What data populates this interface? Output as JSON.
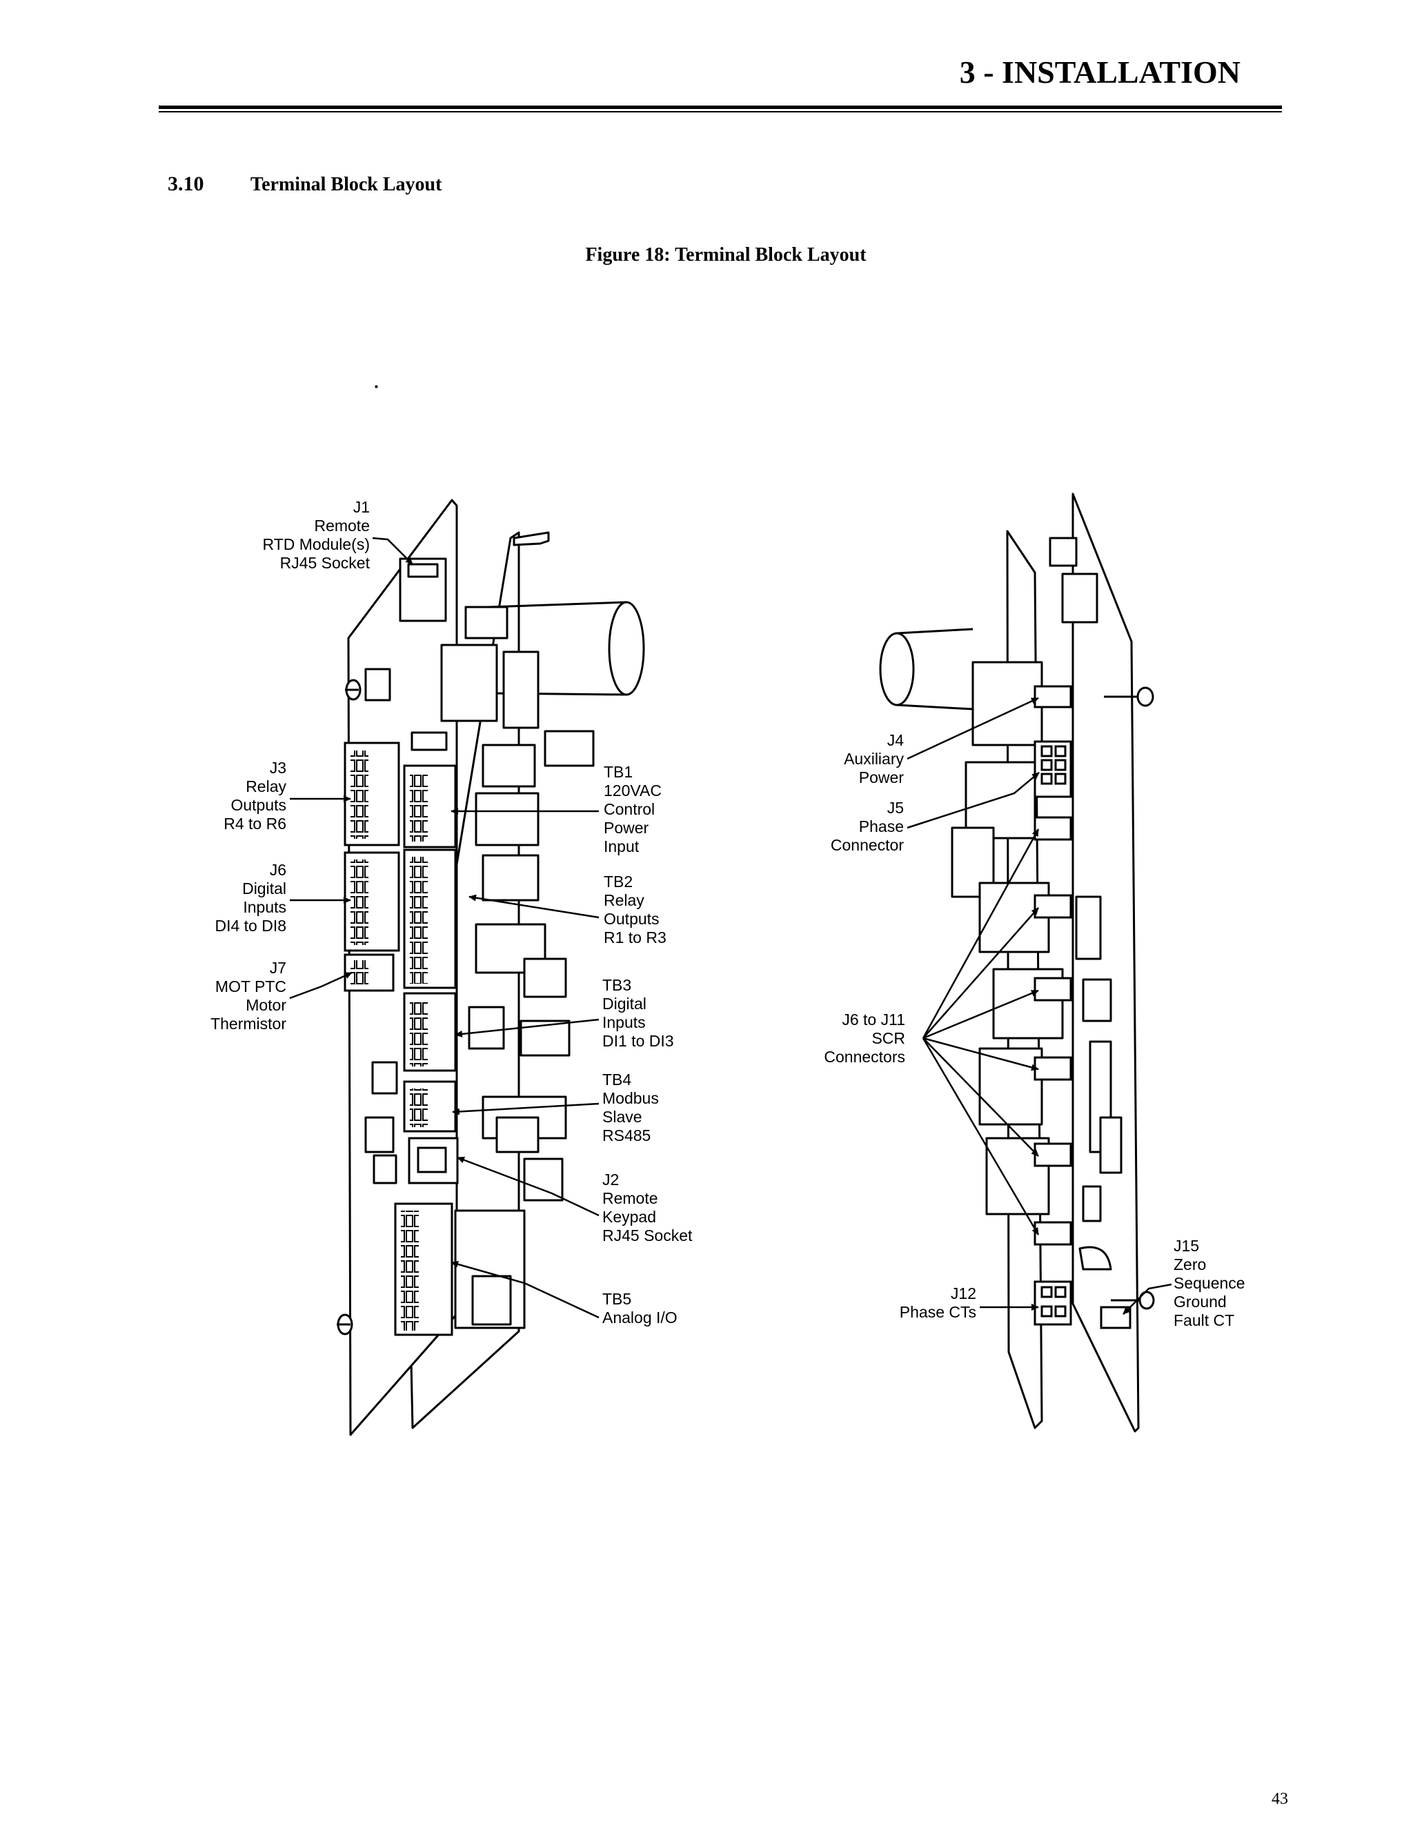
{
  "header": {
    "chapter_title": "3 - INSTALLATION"
  },
  "section": {
    "number": "3.10",
    "title": "Terminal Block Layout"
  },
  "figure": {
    "caption": "Figure 18: Terminal Block Layout"
  },
  "left_labels": {
    "j1": [
      "J1",
      "Remote",
      "RTD Module(s)",
      "RJ45 Socket"
    ],
    "j3": [
      "J3",
      "Relay",
      "Outputs",
      "R4 to R6"
    ],
    "j6": [
      "J6",
      "Digital",
      "Inputs",
      "DI4 to DI8"
    ],
    "j7": [
      "J7",
      "MOT PTC",
      "Motor",
      "Thermistor"
    ],
    "tb1": [
      "TB1",
      "120VAC",
      "Control",
      "Power",
      "Input"
    ],
    "tb2": [
      "TB2",
      "Relay",
      "Outputs",
      "R1 to R3"
    ],
    "tb3": [
      "TB3",
      "Digital",
      "Inputs",
      "DI1 to DI3"
    ],
    "tb4": [
      "TB4",
      "Modbus",
      "Slave",
      "RS485"
    ],
    "j2": [
      "J2",
      "Remote",
      "Keypad",
      "RJ45 Socket"
    ],
    "tb5": [
      "TB5",
      "Analog I/O"
    ]
  },
  "right_labels": {
    "j4": [
      "J4",
      "Auxiliary",
      "Power"
    ],
    "j5": [
      "J5",
      "Phase",
      "Connector"
    ],
    "j6_j11": [
      "J6 to J11",
      "SCR",
      "Connectors"
    ],
    "j12": [
      "J12",
      "Phase CTs"
    ],
    "j15": [
      "J15",
      "Zero",
      "Sequence",
      "Ground",
      "Fault CT"
    ]
  },
  "footer": {
    "page_number": "43"
  }
}
